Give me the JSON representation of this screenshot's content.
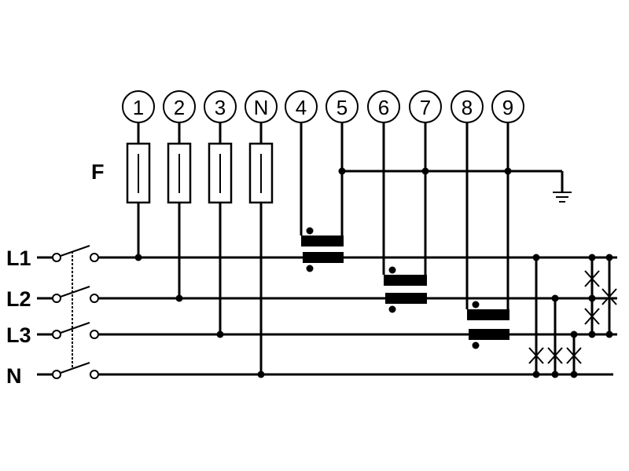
{
  "title_fuse": "F",
  "lines": [
    {
      "id": "L1",
      "label": "L1"
    },
    {
      "id": "L2",
      "label": "L2"
    },
    {
      "id": "L3",
      "label": "L3"
    },
    {
      "id": "N",
      "label": "N"
    }
  ],
  "terminals": [
    "1",
    "2",
    "3",
    "N",
    "4",
    "5",
    "6",
    "7",
    "8",
    "9"
  ],
  "colors": {
    "ink": "#000000",
    "background": "#ffffff"
  }
}
